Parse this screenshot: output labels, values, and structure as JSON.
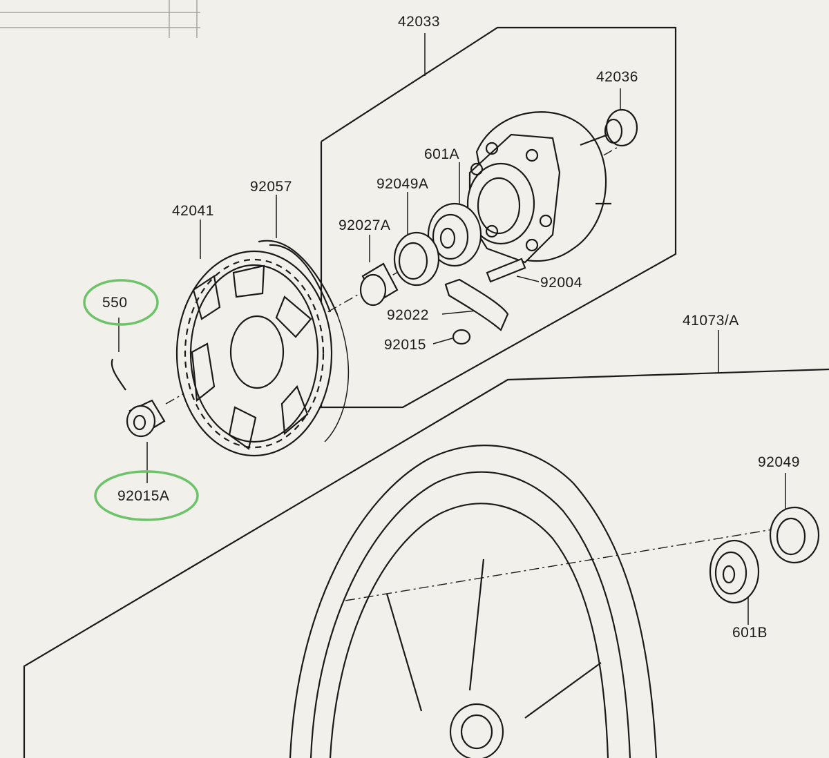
{
  "colors": {
    "paper": "#f2f0ea",
    "ink": "#1a1a1a",
    "highlight_circle": "#6cc36a"
  },
  "labels": {
    "p42033": "42033",
    "p42036": "42036",
    "p601A": "601A",
    "p92057": "92057",
    "p92049A": "92049A",
    "p42041": "42041",
    "p92027A": "92027A",
    "p92004": "92004",
    "p550": "550",
    "p92022": "92022",
    "p41073A": "41073/A",
    "p92015": "92015",
    "p92049": "92049",
    "p92015A": "92015A",
    "p601B": "601B"
  },
  "highlighted_parts": [
    "550",
    "92015A"
  ]
}
